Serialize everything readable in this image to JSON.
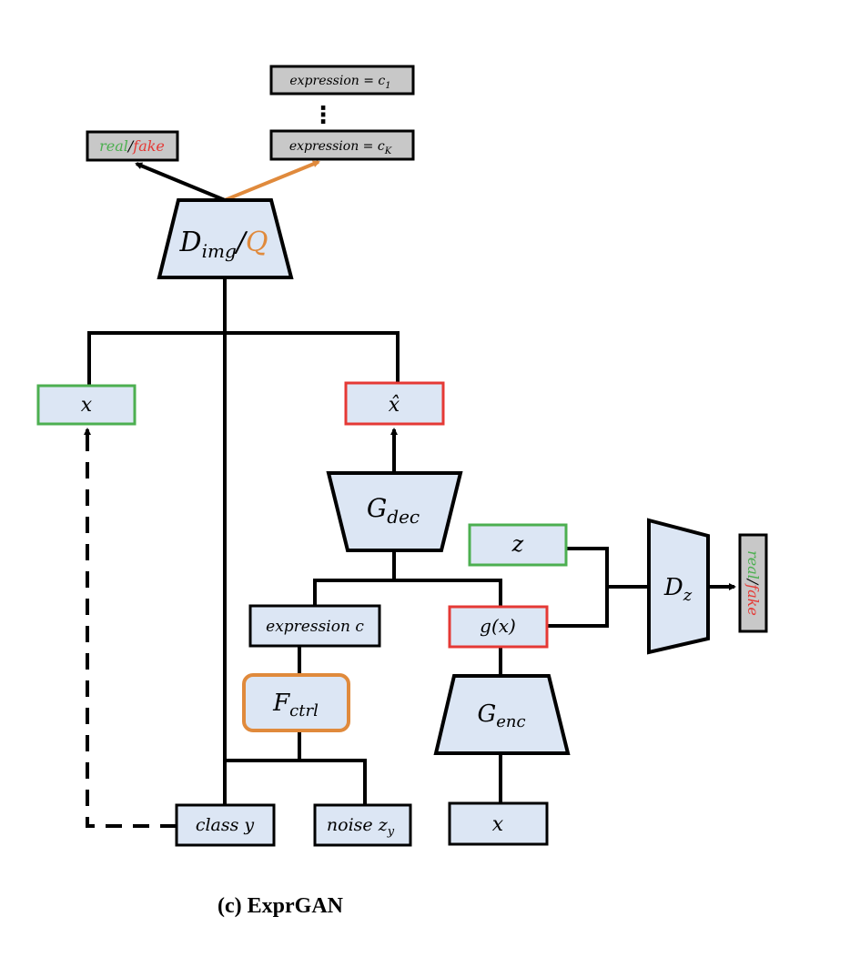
{
  "caption": "(c) ExprGAN",
  "colors": {
    "box_fill": "#dce6f4",
    "output_fill": "#c8c8c8",
    "real_green": "#4caf50",
    "fake_red": "#e53935",
    "orange": "#e08a3c",
    "stroke": "#000000"
  },
  "nodes": {
    "d_img": {
      "main": "D",
      "sub": "img",
      "slash": "/",
      "q": "Q"
    },
    "x_real": {
      "label": "x"
    },
    "x_hat": {
      "label": "x̂"
    },
    "g_dec": {
      "main": "G",
      "sub": "dec"
    },
    "z": {
      "label": "z"
    },
    "d_z": {
      "main": "D",
      "sub": "z"
    },
    "expression_c": {
      "label": "expression c"
    },
    "g_x": {
      "label": "g(x)"
    },
    "f_ctrl": {
      "main": "F",
      "sub": "ctrl"
    },
    "g_enc": {
      "main": "G",
      "sub": "enc"
    },
    "class_y": {
      "label": "class y"
    },
    "noise_zy": {
      "main": "noise z",
      "sub": "y"
    },
    "x_input": {
      "label": "x"
    }
  },
  "outputs": {
    "img_real_fake": {
      "real": "real",
      "slash": "/",
      "fake": "fake"
    },
    "z_real_fake": {
      "real": "real",
      "slash": "/",
      "fake": "fake"
    },
    "expr_c1": {
      "text": "expression = c",
      "sub": "1"
    },
    "expr_ck": {
      "text": "expression = c",
      "sub": "K"
    },
    "ellipsis": "⋮"
  }
}
